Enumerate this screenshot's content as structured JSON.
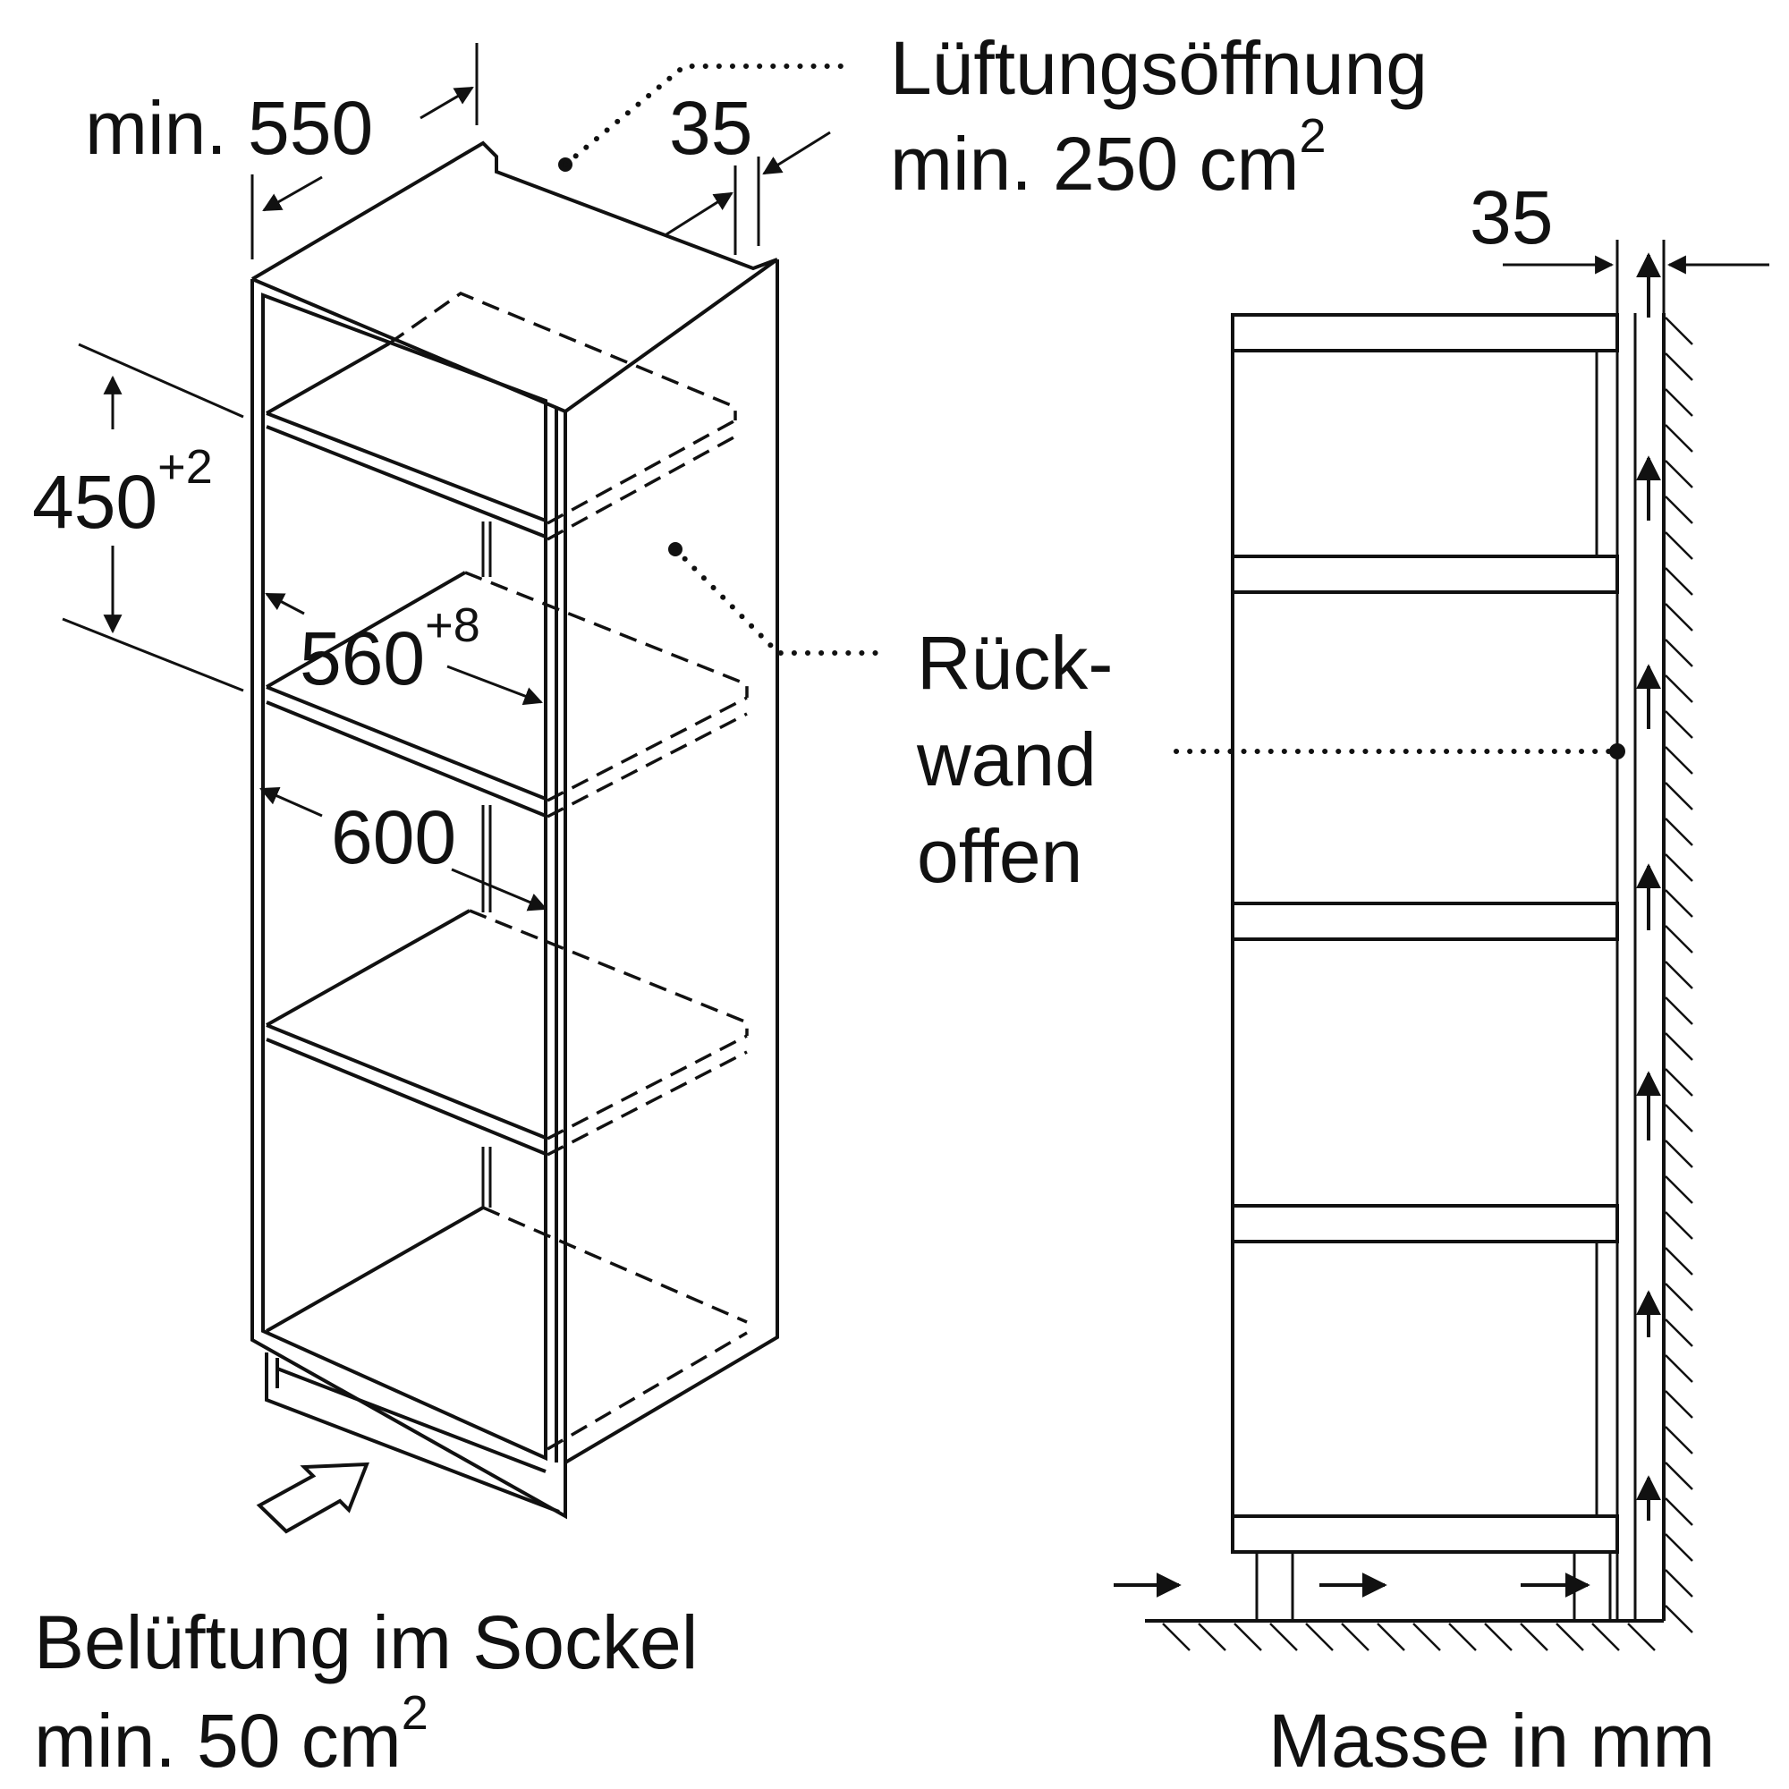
{
  "labels": {
    "min_550": "min. 550",
    "dim_35_top": "35",
    "lueftung_line1": "Lüftungsöffnung",
    "lueftung_line2": "min. 250 cm",
    "lueftung_sup": "2",
    "dim_35_side": "35",
    "dim_450": "450",
    "dim_450_tol": "+2",
    "dim_560": "560",
    "dim_560_tol": "+8",
    "dim_600": "600",
    "rueck_line1": "Rück-",
    "rueck_line2": "wand",
    "rueck_line3": "offen",
    "sockel_line1": "Belüftung im Sockel",
    "sockel_line2": "min. 50 cm",
    "sockel_sup": "2",
    "masse": "Masse in mm"
  }
}
